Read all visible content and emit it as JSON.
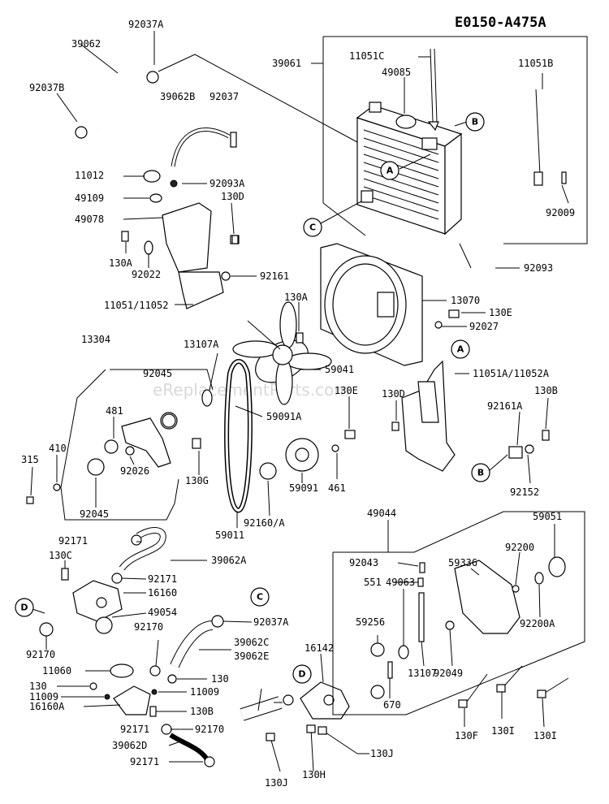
{
  "diagram_code": "E0150-A475A",
  "watermark": "eReplacementParts.com",
  "callout_letters": [
    "A",
    "B",
    "C",
    "D"
  ],
  "labels": {
    "p92037A_top": "92037A",
    "p39062": "39062",
    "p92037B": "92037B",
    "p39062B": "39062B",
    "p92037": "92037",
    "p39061": "39061",
    "p11051C": "11051C",
    "p49085": "49085",
    "p11051B": "11051B",
    "p11012": "11012",
    "p92093A": "92093A",
    "p49109": "49109",
    "p130D_top": "130D",
    "p49078": "49078",
    "p92009": "92009",
    "p130A_left": "130A",
    "p92022": "92022",
    "p92161": "92161",
    "p92093": "92093",
    "p11051_11052": "11051/11052",
    "p13070": "13070",
    "p130A_mid": "130A",
    "p130E_right": "130E",
    "p92027": "92027",
    "p13304": "13304",
    "p13107A": "13107A",
    "p59041": "59041",
    "p11051A_11052A": "11051A/11052A",
    "p92045_top": "92045",
    "p130E_mid": "130E",
    "p130D_mid": "130D",
    "p130B_right": "130B",
    "p481": "481",
    "p59091A": "59091A",
    "p92161A": "92161A",
    "p410": "410",
    "p315": "315",
    "p92026": "92026",
    "p130G": "130G",
    "p461": "461",
    "p59091": "59091",
    "p92152": "92152",
    "p92045_bot": "92045",
    "p92160A": "92160/A",
    "p59011": "59011",
    "p49044": "49044",
    "p59051": "59051",
    "p92171_a": "92171",
    "p39062A": "39062A",
    "p130C": "130C",
    "p92171_b": "92171",
    "p92200": "92200",
    "p92043": "92043",
    "p59336": "59336",
    "p16160": "16160",
    "p49054": "49054",
    "p551": "551",
    "p92037A_bot": "92037A",
    "p49063": "49063",
    "p92170_a": "92170",
    "p39062C": "39062C",
    "p92200A": "92200A",
    "p59256": "59256",
    "p92170_left": "92170",
    "p16142": "16142",
    "p39062E": "39062E",
    "p92049": "92049",
    "p11060": "11060",
    "p130_a": "130",
    "p13107": "13107",
    "p130_left": "130",
    "p11009_a": "11009",
    "p670": "670",
    "p11009_left": "11009",
    "p16160A": "16160A",
    "p130B_bot": "130B",
    "p92171_c": "92171",
    "p92170_bot": "92170",
    "p130F": "130F",
    "p130I_a": "130I",
    "p130I_b": "130I",
    "p39062D": "39062D",
    "p130J_right": "130J",
    "p92171_d": "92171",
    "p130J_left": "130J",
    "p130H": "130H"
  }
}
